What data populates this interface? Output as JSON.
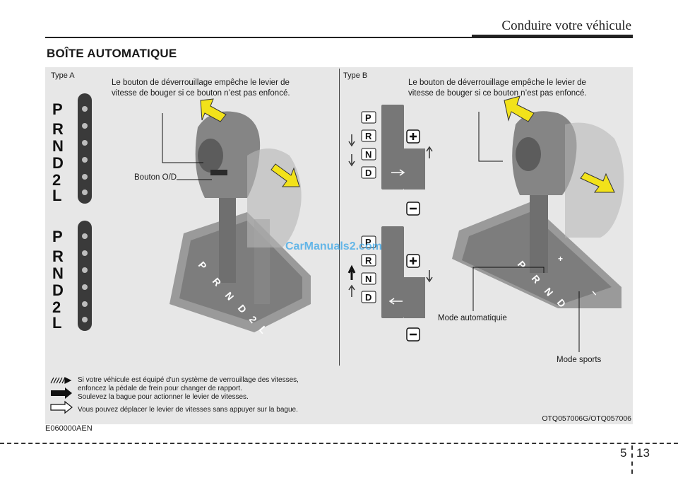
{
  "header": {
    "chapter_title": "Conduire votre véhicule",
    "section_title": "BOÎTE AUTOMATIQUE"
  },
  "type_a": {
    "label": "Type A",
    "caption_line1": "Le bouton de déverrouillage empêche le levier de",
    "caption_line2": "vitesse de bouger si ce bouton n’est pas enfoncé.",
    "callout_od": "Bouton O/D",
    "gate_letters": [
      "P",
      "R",
      "N",
      "D",
      "2",
      "L"
    ]
  },
  "type_b": {
    "label": "Type B",
    "caption_line1": "Le bouton de déverrouillage empêche le levier de",
    "caption_line2": "vitesse de bouger si ce bouton n’est pas enfoncé.",
    "callout_auto": "Mode automatiquie",
    "callout_sport": "Mode sports",
    "gate_letters": [
      "P",
      "R",
      "N",
      "D"
    ]
  },
  "watermark": "CarManuals2.com",
  "legend": {
    "line1": "Si votre véhicule est équipé d’un système de verrouillage des vitesses,",
    "line2": "enfoncez la pédale de frein pour changer de rapport.",
    "line3": "Soulevez la bague pour actionner le levier de vitesses.",
    "line4": "Vous pouvez déplacer le levier de vitesses sans appuyer sur la bague."
  },
  "figure_code": "OTQ057006G/OTQ057006",
  "section_code": "E060000AEN",
  "page": {
    "chapter": "5",
    "number": "13"
  },
  "colors": {
    "figure_bg": "#e7e7e7",
    "arrow_yellow": "#f2e21a",
    "watermark": "#39a6e8"
  }
}
